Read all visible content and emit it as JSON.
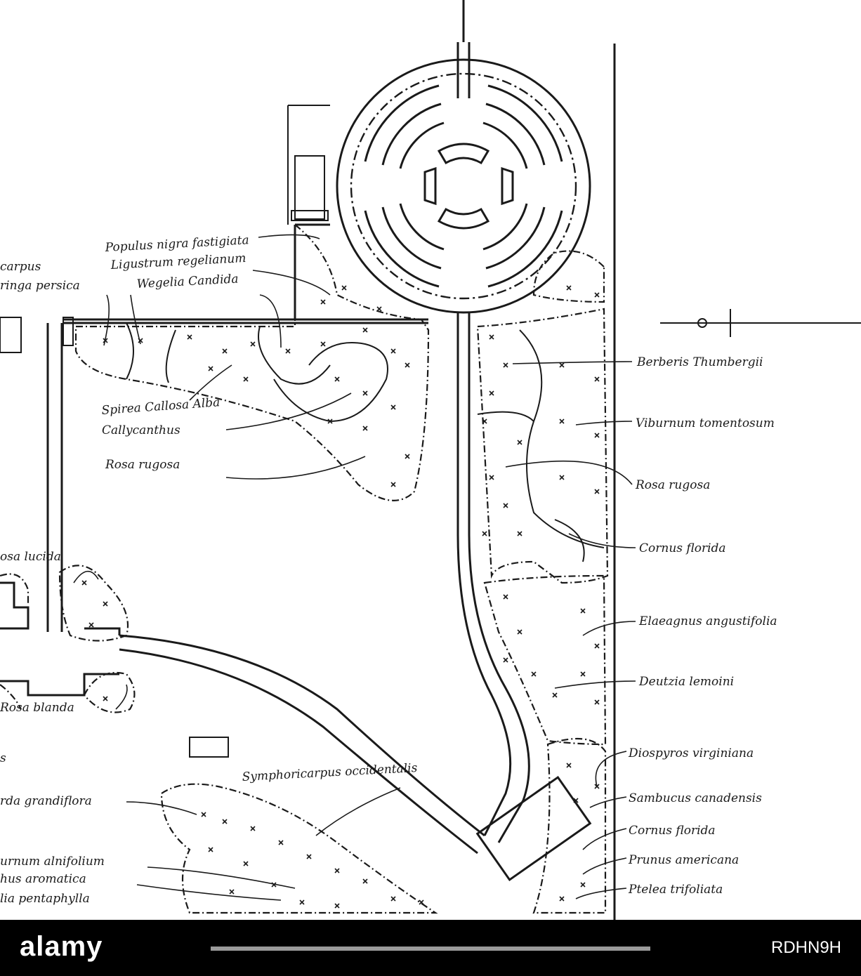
{
  "labels": {
    "populus": "Populus nigra fastigiata",
    "ligustrum": "Ligustrum regelianum",
    "wegelia": "Wegelia Candida",
    "carpus_partial": "carpus",
    "syringa": "ringa persica",
    "spirea": "Spirea Callosa Alba",
    "callycanthus": "Callycanthus",
    "rosa_rugosa_left": "Rosa rugosa",
    "berberis": "Berberis Thumbergii",
    "viburnum_tomentosum": "Viburnum tomentosum",
    "rosa_rugosa_right": "Rosa rugosa",
    "cornus_florida_1": "Cornus florida",
    "elaeagnus": "Elaeagnus angustifolia",
    "deutzia": "Deutzia lemoini",
    "rosa_lucida": "osa lucida",
    "rosa_blanda": "Rosa blanda",
    "diospyros": "Diospyros virginiana",
    "symphoricarpus": "Symphoricarpus occidentalis",
    "sambucus": "Sambucus canadensis",
    "rda_grandiflora": "rda grandiflora",
    "cornus_florida_2": "Cornus florida",
    "viburnum_alnifolium": "urnum alnifolium",
    "prunus": "Prunus americana",
    "rhus": "hus aromatica",
    "ptelea": "Ptelea trifoliata",
    "lia_pentaphylla": "lia pentaphylla",
    "s_partial": "s"
  },
  "footer": {
    "logo": "alamy",
    "image_id": "RDHN9H"
  },
  "colors": {
    "ink": "#1a1a1a",
    "paper": "#ffffff",
    "footer_bg": "#000000",
    "footer_text": "#ffffff"
  }
}
